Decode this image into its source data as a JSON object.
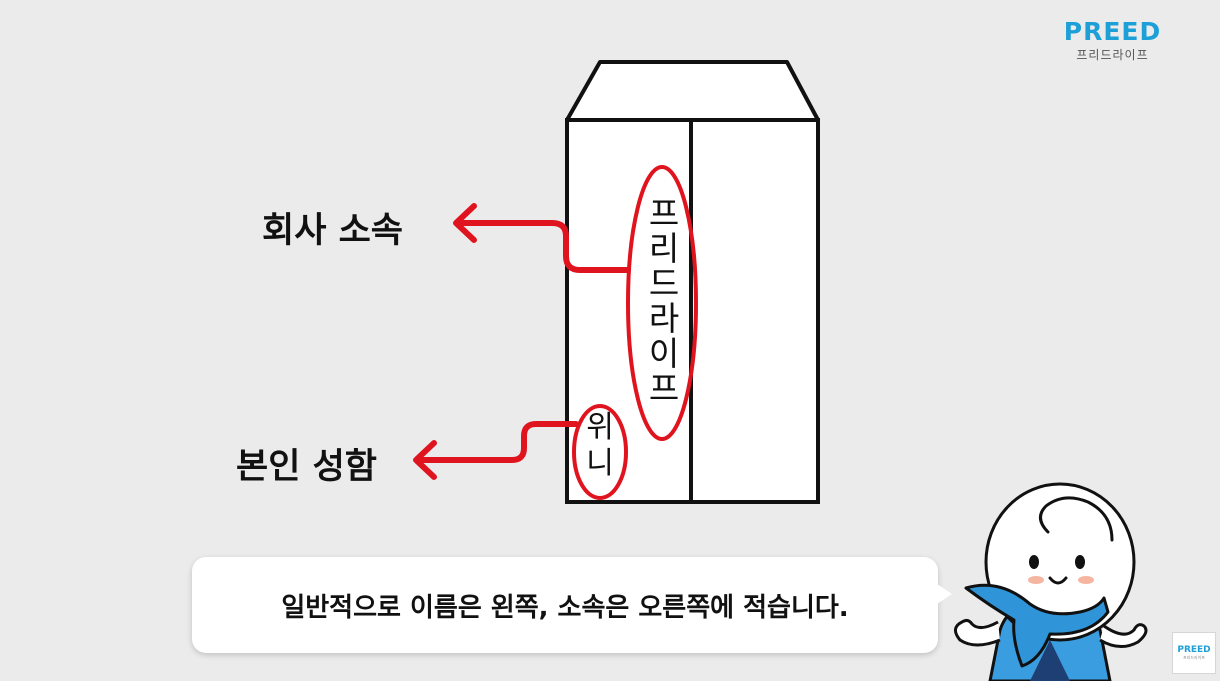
{
  "logo": {
    "wordmark": "PREED",
    "subtitle": "프리드라이프"
  },
  "labels": {
    "company": "회사 소속",
    "name": "본인 성함"
  },
  "envelope": {
    "company_text": "프리드라이프",
    "name_text": "위니"
  },
  "caption": {
    "text": "일반적으로 이름은 왼쪽, 소속은 오른쪽에 적습니다."
  },
  "corner_badge": {
    "wordmark": "PREED",
    "subtitle": "프리드라이프"
  },
  "colors": {
    "background": "#ebebeb",
    "brand_blue": "#1da0d8",
    "highlight_red": "#e0141e",
    "outline": "#111111",
    "scarf_blue": "#2f95d8"
  },
  "icons": {
    "arrow": "arrow-left-icon",
    "mascot": "mascot-character"
  }
}
